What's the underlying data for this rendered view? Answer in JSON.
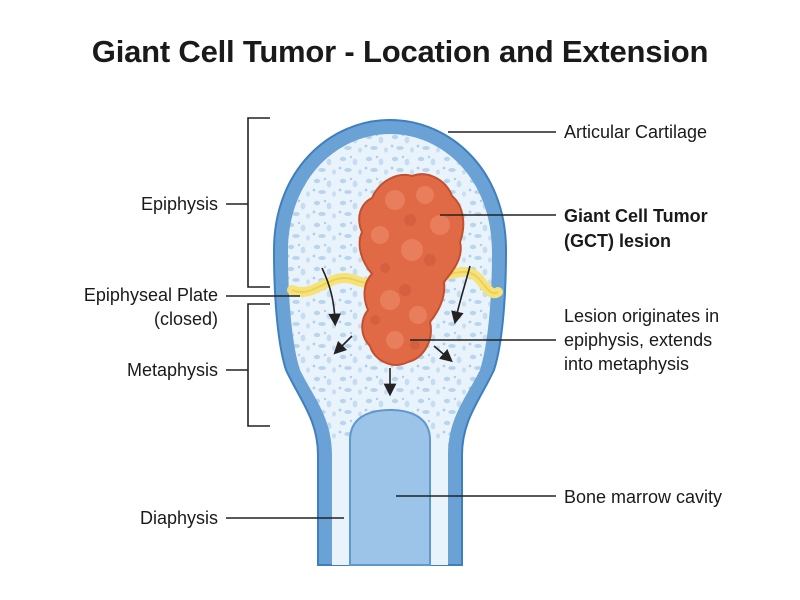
{
  "title": "Giant Cell Tumor - Location and Extension",
  "labels": {
    "articular_cartilage": "Articular Cartilage",
    "gct_line1": "Giant Cell Tumor",
    "gct_line2": "(GCT) lesion",
    "epiphysis": "Epiphysis",
    "epiphyseal_plate_line1": "Epiphyseal Plate",
    "epiphyseal_plate_line2": "(closed)",
    "metaphysis": "Metaphysis",
    "extension_line1": "Lesion originates in",
    "extension_line2": "epiphysis, extends",
    "extension_line3": "into metaphysis",
    "diaphysis": "Diaphysis",
    "marrow_cavity": "Bone marrow cavity"
  },
  "colors": {
    "cortex": "#6aa2d6",
    "cortex_outline": "#3f7fbf",
    "spongy_bone": "#e9f3fb",
    "trabeculae": "#b9d5ee",
    "marrow": "#9cc3e8",
    "plate": "#f6e27a",
    "tumor": "#e06a45",
    "tumor_outline": "#c2502f"
  },
  "icons": [
    "down-arrow-icon",
    "diagonal-arrow-icon"
  ]
}
